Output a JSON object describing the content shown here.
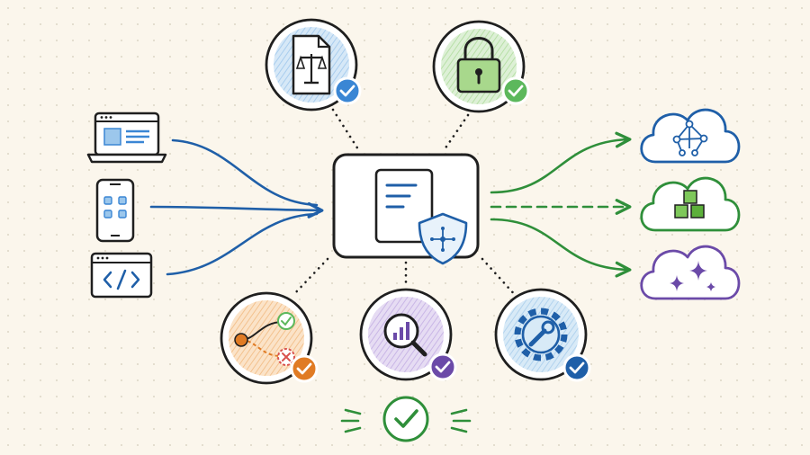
{
  "diagram": {
    "palette": {
      "ink": "#1f1f1f",
      "blue": "#1f5fa8",
      "blue_light": "#3a86d4",
      "green": "#2f8f3a",
      "green_light": "#5cb85c",
      "purple": "#6b4aa8",
      "orange": "#e07b24",
      "red": "#d9534f",
      "paper": "#fbf6ec"
    },
    "sources": [
      {
        "name": "laptop-icon",
        "icon": "laptop"
      },
      {
        "name": "mobile-phone-icon",
        "icon": "phone"
      },
      {
        "name": "code-window-icon",
        "icon": "code"
      }
    ],
    "hub": {
      "name": "central-document-hub",
      "icon": "document-with-shield"
    },
    "checks": [
      {
        "name": "legal-compliance-icon",
        "icon": "scale-document",
        "accent": "#3a86d4"
      },
      {
        "name": "security-lock-icon",
        "icon": "padlock",
        "accent": "#5cb85c"
      },
      {
        "name": "workflow-branch-icon",
        "icon": "branch-check-cross",
        "accent": "#e07b24"
      },
      {
        "name": "analytics-search-icon",
        "icon": "magnifier-chart",
        "accent": "#6b4aa8"
      },
      {
        "name": "settings-tools-icon",
        "icon": "gear-wrench",
        "accent": "#1f5fa8"
      }
    ],
    "destinations": [
      {
        "name": "cloud-network-icon",
        "icon": "network-nodes",
        "color": "#1f5fa8",
        "link": "solid"
      },
      {
        "name": "cloud-cubes-icon",
        "icon": "cubes",
        "color": "#2f8f3a",
        "link": "dashed"
      },
      {
        "name": "cloud-sparkle-icon",
        "icon": "sparkles",
        "color": "#6b4aa8",
        "link": "solid"
      }
    ],
    "result": {
      "name": "approved-check-icon",
      "icon": "check-circle",
      "color": "#2f8f3a"
    }
  }
}
